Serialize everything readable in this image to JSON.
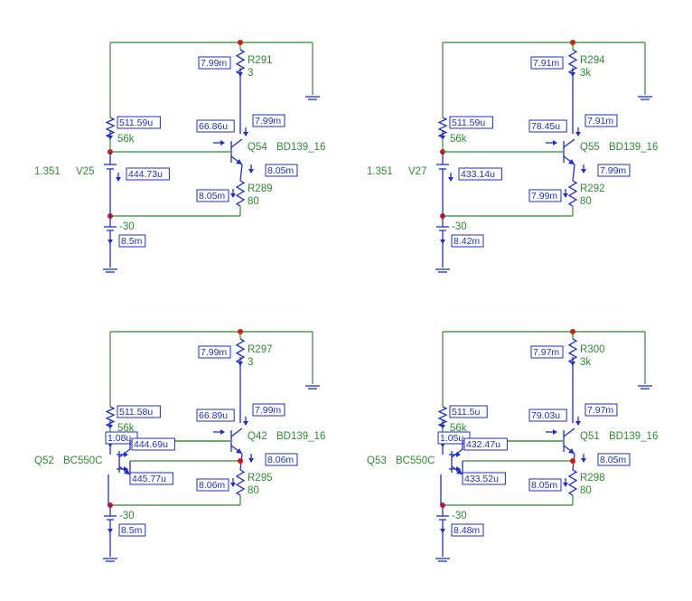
{
  "circuits": [
    {
      "top_resistor": {
        "name": "R291",
        "value": "3",
        "current": "7.99m"
      },
      "bias_resistor": {
        "value": "56k",
        "current": "511.59u"
      },
      "transistor": {
        "name": "Q54",
        "model": "BD139_16",
        "base_current": "66.86u",
        "collector_current": "7.99m",
        "emitter_current": "8.05m"
      },
      "source": {
        "name": "V25",
        "value": "1.351",
        "current": "444.73u"
      },
      "emitter_resistor": {
        "name": "R289",
        "value": "80",
        "current": "8.05m"
      },
      "supply": {
        "value": "-30",
        "current": "8.5m"
      }
    },
    {
      "top_resistor": {
        "name": "R294",
        "value": "3k",
        "current": "7.91m"
      },
      "bias_resistor": {
        "value": "56k",
        "current": "511.59u"
      },
      "transistor": {
        "name": "Q55",
        "model": "BD139_16",
        "base_current": "78.45u",
        "collector_current": "7.91m",
        "emitter_current": "7.99m"
      },
      "source": {
        "name": "V27",
        "value": "1.351",
        "current": "433.14u"
      },
      "emitter_resistor": {
        "name": "R292",
        "value": "80",
        "current": "7.99m"
      },
      "supply": {
        "value": "-30",
        "current": "8.42m"
      }
    },
    {
      "top_resistor": {
        "name": "R297",
        "value": "3",
        "current": "7.99m"
      },
      "bias_resistor": {
        "value": "56k",
        "current": "511.58u"
      },
      "transistor": {
        "name": "Q42",
        "model": "BD139_16",
        "base_current": "66.89u",
        "collector_current": "7.99m",
        "emitter_current": "8.06m"
      },
      "small_transistor": {
        "name": "Q52",
        "model": "BC550C",
        "base_current": "1.08u",
        "collector_current": "444.69u",
        "emitter_current": "445.77u"
      },
      "emitter_resistor": {
        "name": "R295",
        "value": "80",
        "current": "8.06m"
      },
      "supply": {
        "value": "-30",
        "current": "8.5m"
      }
    },
    {
      "top_resistor": {
        "name": "R300",
        "value": "3k",
        "current": "7.97m"
      },
      "bias_resistor": {
        "value": "56k",
        "current": "511.5u"
      },
      "transistor": {
        "name": "Q51",
        "model": "BD139_16",
        "base_current": "79.03u",
        "collector_current": "7.97m",
        "emitter_current": "8.05m"
      },
      "small_transistor": {
        "name": "Q53",
        "model": "BC550C",
        "base_current": "1.05u",
        "collector_current": "432.47u",
        "emitter_current": "433.52u"
      },
      "emitter_resistor": {
        "name": "R298",
        "value": "80",
        "current": "8.05m"
      },
      "supply": {
        "value": "-30",
        "current": "8.48m"
      }
    }
  ]
}
